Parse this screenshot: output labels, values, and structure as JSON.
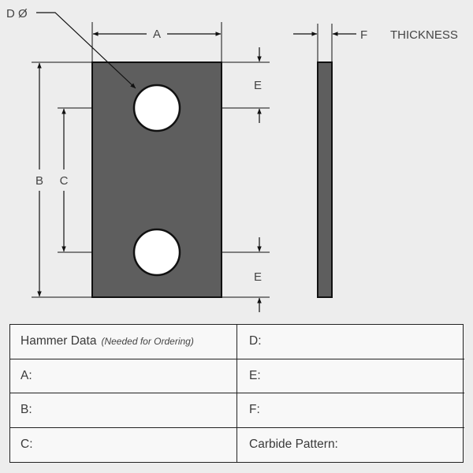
{
  "labels": {
    "hole_diameter": "D Ø",
    "width": "A",
    "thickness_letter": "F",
    "thickness_word": "THICKNESS",
    "edge_distance_top": "E",
    "edge_distance_bottom": "E",
    "length": "B",
    "hole_spacing": "C"
  },
  "colors": {
    "plate_fill": "#5e5e5e",
    "background": "#ededed",
    "table_background": "#f8f8f8",
    "lines": "#111111",
    "text": "#3a3a3a"
  },
  "table": {
    "title": "Hammer Data",
    "title_note": "(Needed for Ordering)",
    "left": [
      "A:",
      "B:",
      "C:"
    ],
    "right": [
      "D:",
      "E:",
      "F:",
      "Carbide Pattern:"
    ]
  }
}
